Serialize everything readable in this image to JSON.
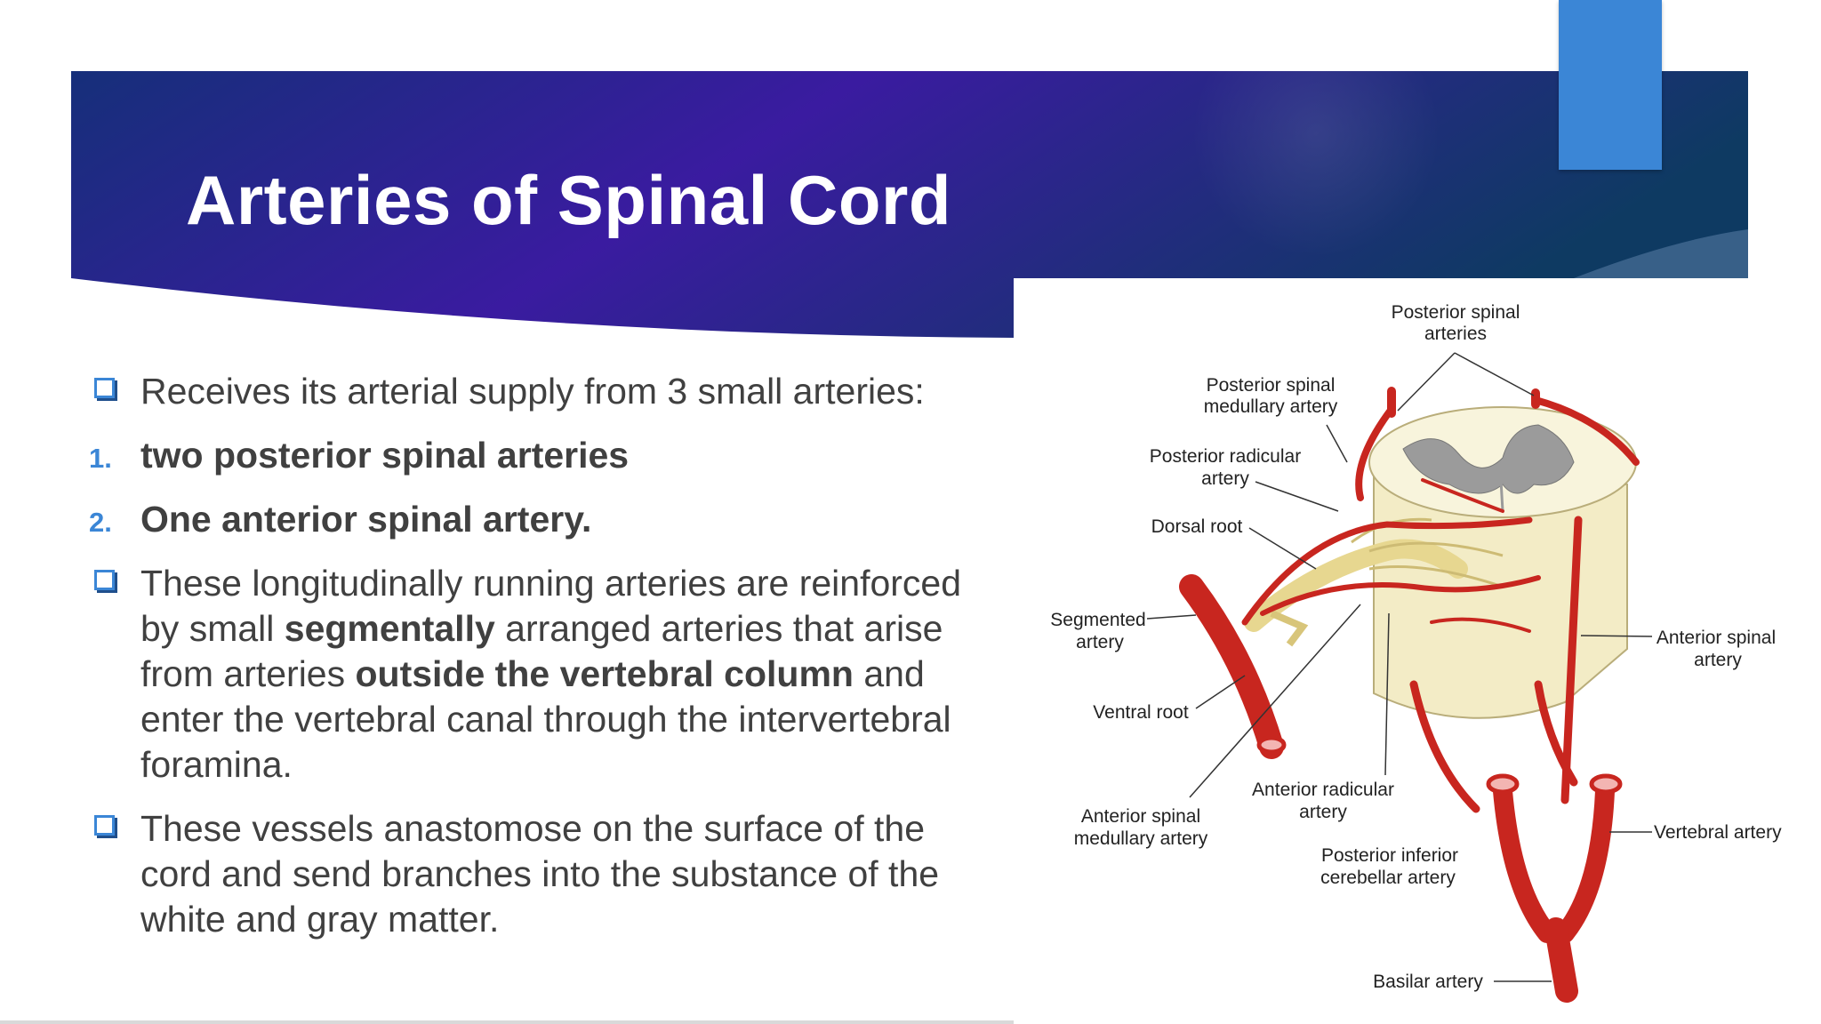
{
  "slide": {
    "title": "Arteries of Spinal Cord",
    "colors": {
      "banner_dark": "#0f3d66",
      "banner_purple": "#3a1ba0",
      "accent": "#3b86d6",
      "body_text": "#404040",
      "artery": "#c8261f",
      "cord": "#f5f0cf"
    },
    "content": {
      "intro": "Receives its arterial supply from 3 small arteries:",
      "list": [
        {
          "number": "1.",
          "text": "two posterior spinal arteries"
        },
        {
          "number": "2.",
          "text": "One anterior spinal artery."
        }
      ],
      "para2": {
        "t1": "These longitudinally running arteries are reinforced by small ",
        "b1": "segmentally",
        "t2": " arranged arteries that arise from arteries ",
        "b2": "outside the vertebral column",
        "t3": " and enter the vertebral canal through the intervertebral foramina."
      },
      "para3": "These vessels anastomose on the surface of the cord and send branches into the substance of the white and gray matter."
    },
    "figure": {
      "labels": {
        "posterior_spinal_arteries": [
          "Posterior spinal",
          "arteries"
        ],
        "posterior_spinal_medullary": [
          "Posterior spinal",
          "medullary artery"
        ],
        "posterior_radicular": [
          "Posterior radicular",
          "artery"
        ],
        "dorsal_root": "Dorsal root",
        "segmented_artery": [
          "Segmented",
          "artery"
        ],
        "ventral_root": "Ventral root",
        "anterior_radicular": [
          "Anterior radicular",
          "artery"
        ],
        "anterior_spinal_medullary": [
          "Anterior spinal",
          "medullary artery"
        ],
        "posterior_inferior_cerebellar": [
          "Posterior inferior",
          "cerebellar artery"
        ],
        "anterior_spinal_artery": [
          "Anterior spinal",
          "artery"
        ],
        "vertebral_artery": "Vertebral artery",
        "basilar_artery": "Basilar artery"
      }
    }
  }
}
